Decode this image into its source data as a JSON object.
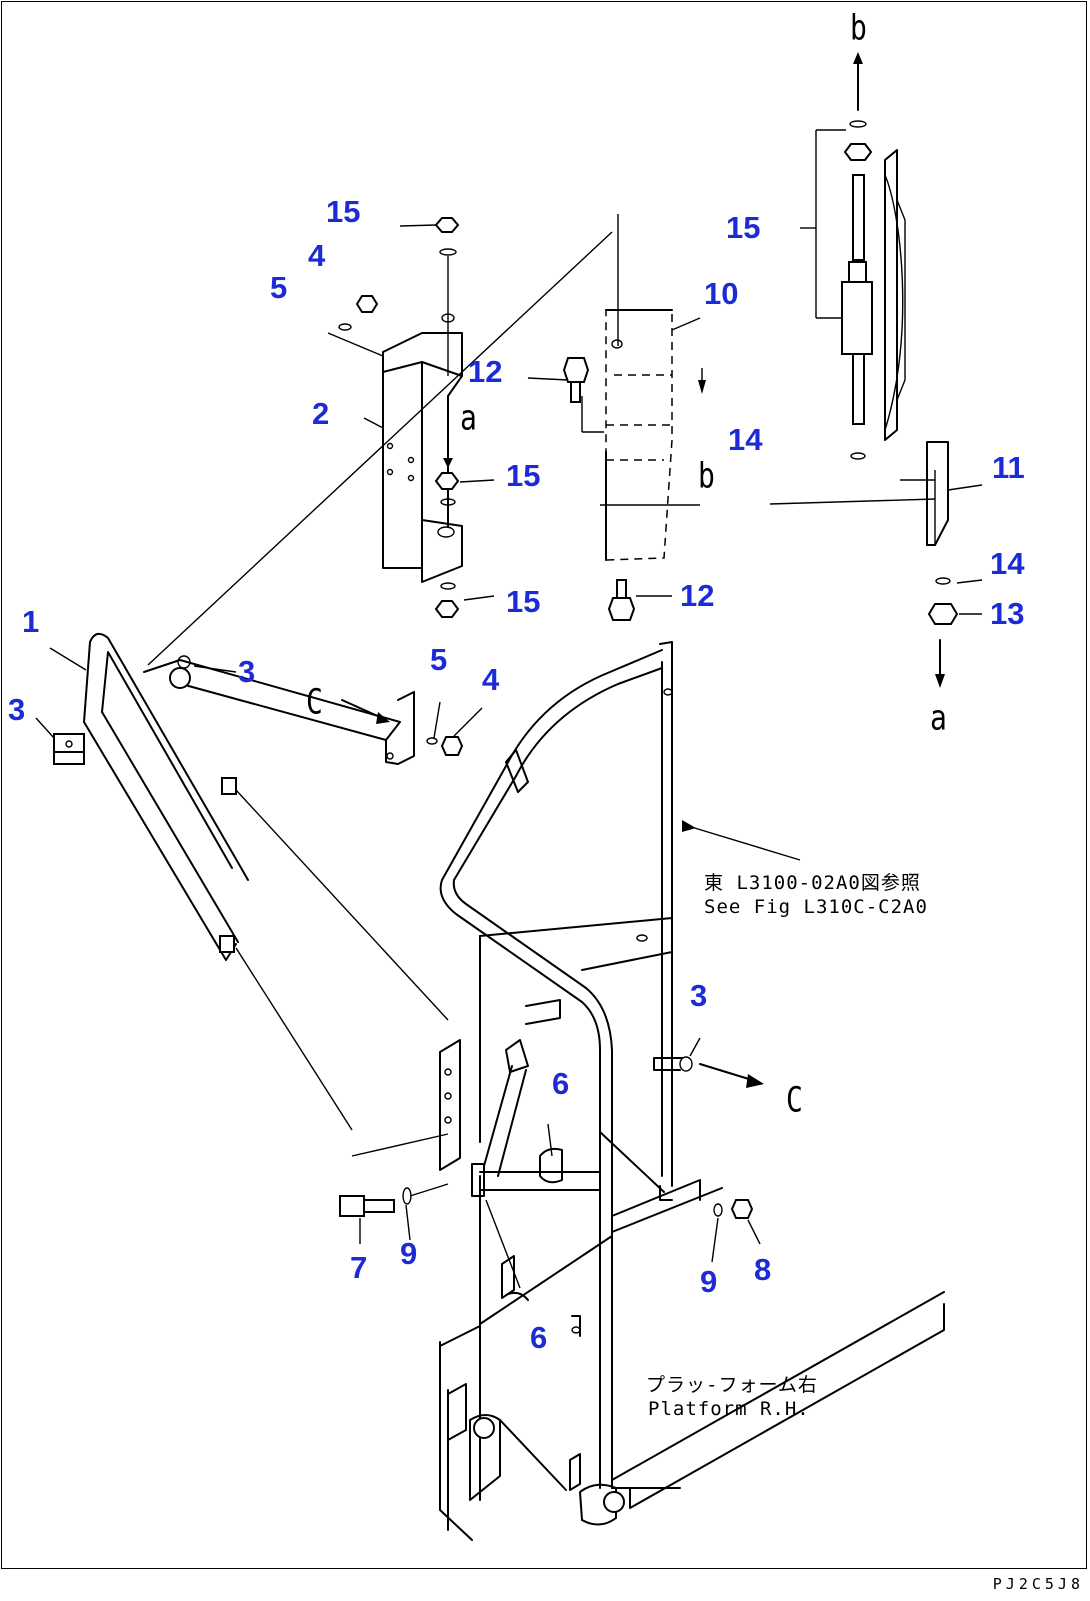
{
  "diagram": {
    "callouts": [
      {
        "id": "c15a",
        "text": "15"
      },
      {
        "id": "c4a",
        "text": "4"
      },
      {
        "id": "c5a",
        "text": "5"
      },
      {
        "id": "c2",
        "text": "2"
      },
      {
        "id": "c12a",
        "text": "12"
      },
      {
        "id": "c10",
        "text": "10"
      },
      {
        "id": "c15b",
        "text": "15"
      },
      {
        "id": "c15c",
        "text": "15"
      },
      {
        "id": "c15d",
        "text": "15"
      },
      {
        "id": "c14a",
        "text": "14"
      },
      {
        "id": "c11",
        "text": "11"
      },
      {
        "id": "c14b",
        "text": "14"
      },
      {
        "id": "c13",
        "text": "13"
      },
      {
        "id": "c12b",
        "text": "12"
      },
      {
        "id": "c1",
        "text": "1"
      },
      {
        "id": "c3a",
        "text": "3"
      },
      {
        "id": "c3b",
        "text": "3"
      },
      {
        "id": "c5b",
        "text": "5"
      },
      {
        "id": "c4b",
        "text": "4"
      },
      {
        "id": "c3c",
        "text": "3"
      },
      {
        "id": "c6a",
        "text": "6"
      },
      {
        "id": "c7",
        "text": "7"
      },
      {
        "id": "c9a",
        "text": "9"
      },
      {
        "id": "c9b",
        "text": "9"
      },
      {
        "id": "c8",
        "text": "8"
      },
      {
        "id": "c6b",
        "text": "6"
      }
    ],
    "letters": [
      {
        "id": "l-b-top",
        "text": "b"
      },
      {
        "id": "l-a-mid",
        "text": "a"
      },
      {
        "id": "l-b-mid",
        "text": "b"
      },
      {
        "id": "l-a-right",
        "text": "a"
      },
      {
        "id": "l-c-left",
        "text": "C"
      },
      {
        "id": "l-c-right",
        "text": "C"
      }
    ],
    "notes": {
      "see_fig_jp": "東 L3100-02A0図参照",
      "see_fig_en": "See Fig L310C-C2A0",
      "platform_jp": "プラッ-フォーム右",
      "platform_en": "Platform R.H."
    },
    "drawing_code": "PJ2C5J8"
  }
}
